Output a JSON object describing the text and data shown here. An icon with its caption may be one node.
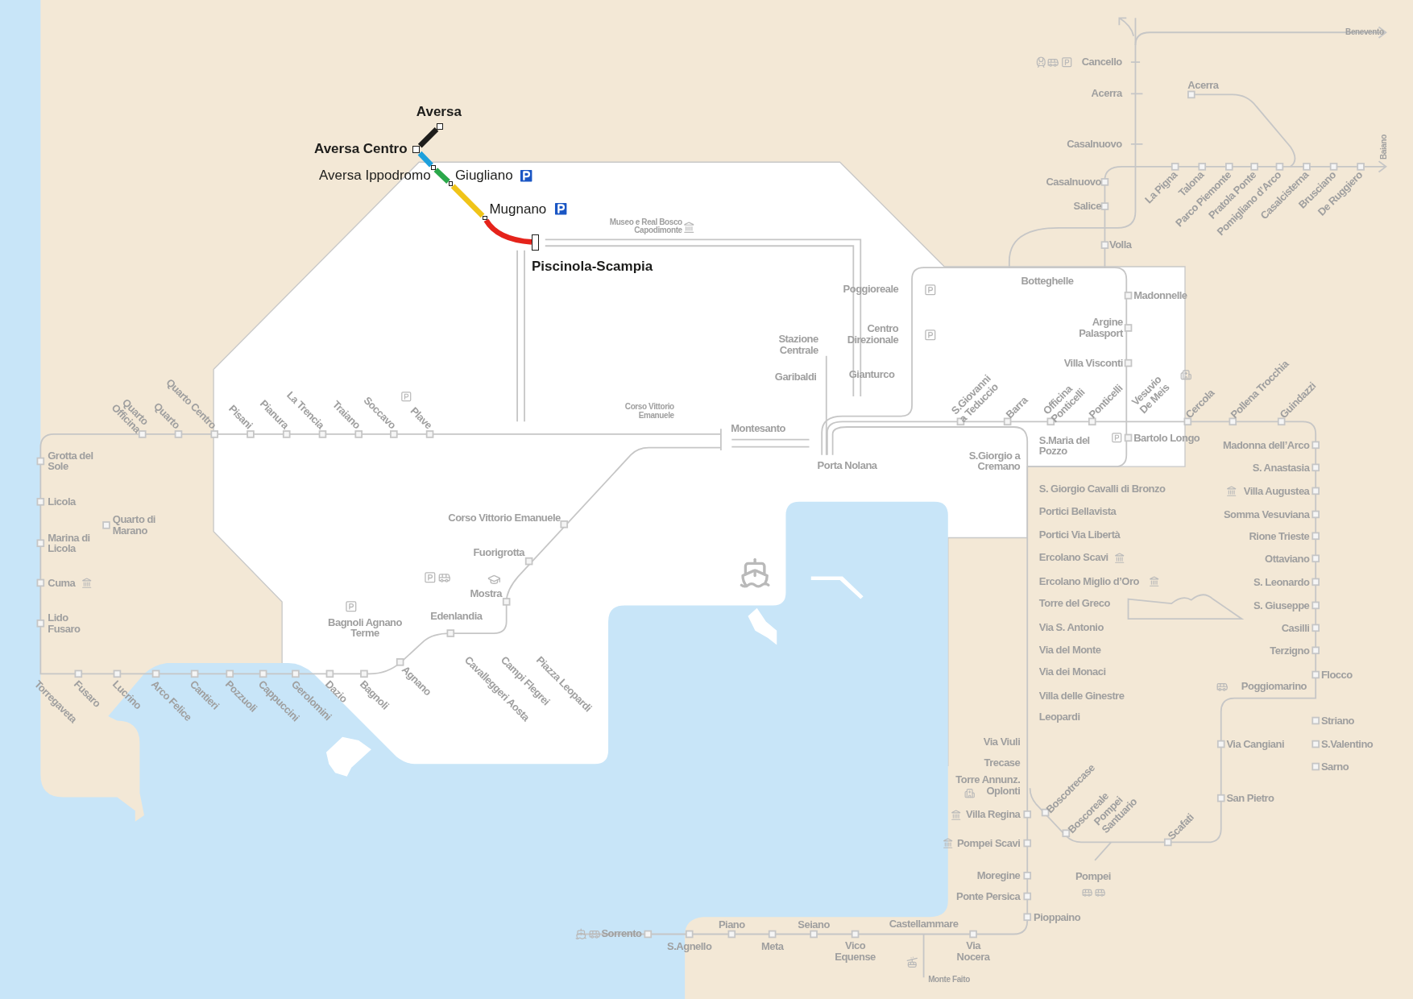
{
  "diagram": {
    "nodes": [
      {
        "text": [],
        "shape": "box",
        "beside": [
          "Aversa"
        ]
      },
      {
        "text": [],
        "shape": "box",
        "beside": [
          "Aversa Centro"
        ]
      },
      {
        "text": [],
        "shape": "box",
        "beside": [
          "Aversa Ippodromo"
        ]
      },
      {
        "text": [],
        "shape": "box",
        "beside": [
          "Giugliano"
        ]
      },
      {
        "text": [],
        "shape": "box",
        "beside": [
          "Mugnano"
        ]
      },
      {
        "text": [],
        "shape": "box",
        "beside": [
          "Piscinola-Scampia"
        ]
      }
    ],
    "edges": [
      {
        "from": 0,
        "to": 1,
        "arrow": "none"
      },
      {
        "from": 1,
        "to": 2,
        "arrow": "none",
        "color": "#1ea0dc"
      },
      {
        "from": 2,
        "to": 3,
        "arrow": "none",
        "color": "#2aa84a"
      },
      {
        "from": 3,
        "to": 4,
        "arrow": "none",
        "color": "#f0c419"
      },
      {
        "from": 4,
        "to": 5,
        "arrow": "none",
        "color": "#e5231b"
      }
    ],
    "labels": [
      "Benevento",
      "Cancello",
      "Acerra",
      "Acerra",
      "Baiano",
      "Casalnuovo",
      "Casalnuovo",
      "Salice",
      "La Pigna",
      "Talona",
      "Parco Piemonte",
      "Pratola Ponte",
      "Pomigliano d’Arco",
      "Casalcisterna",
      "Brusciano",
      "De Ruggiero",
      "Volla",
      "Museo e Real Bosco Capodimonte",
      "Botteghelle",
      "Madonnelle",
      "Poggioreale",
      "Centro Direzionale",
      "Argine Palasport",
      "Stazione Centrale",
      "Villa Visconti",
      "Garibaldi",
      "Gianturco",
      "Corso Vittorio Emanuele",
      "S.Giovanni a Teduccio",
      "Barra",
      "Officina Ponticelli",
      "Ponticelli",
      "Vesuvio De Meis",
      "Cercola",
      "Pollena Trocchia",
      "Guindazzi",
      "Montesanto",
      "Bartolo Longo",
      "S.Maria del Pozzo",
      "S.Giorgio a Cremano",
      "Porta Nolana",
      "Madonna dell’Arco",
      "S. Anastasia",
      "Villa Augustea",
      "Somma Vesuviana",
      "Rione Trieste",
      "Ottaviano",
      "S. Leonardo",
      "S. Giuseppe",
      "Casilli",
      "Terzigno",
      "Flocco",
      "Poggiomarino",
      "Striano",
      "Via Cangiani",
      "S.Valentino",
      "Sarno",
      "San Pietro",
      "S. Giorgio Cavalli di Bronzo",
      "Portici Bellavista",
      "Portici Via Libertà",
      "Ercolano Scavi",
      "Ercolano Miglio d’Oro",
      "Torre del Greco",
      "Via S. Antonio",
      "Via del Monte",
      "Via dei Monaci",
      "Villa delle Ginestre",
      "Leopardi",
      "Via Viuli",
      "Trecase",
      "Torre Annunz. Oplonti",
      "Villa Regina",
      "Pompei Scavi",
      "Moregine",
      "Ponte Persica",
      "Boscotrecase",
      "Boscoreale",
      "Pompei Santuario",
      "Scafati",
      "Pompei",
      "Pioppaino",
      "Sorrento",
      "Piano",
      "Seiano",
      "Castellammare",
      "S.Agnello",
      "Meta",
      "Vico Equense",
      "Via Nocera",
      "Monte Faito",
      "Quarto Officina",
      "Quarto",
      "Quarto Centro",
      "Pisani",
      "Pianura",
      "La Trencia",
      "Traiano",
      "Soccavo",
      "Plave",
      "Grotta del Sole",
      "Licola",
      "Quarto di Marano",
      "Marina di Licola",
      "Corso Vittorio Emanuele",
      "Fuorigrotta",
      "Cuma",
      "Mostra",
      "Lido Fusaro",
      "Bagnoli Agnano Terme",
      "Edenlandia",
      "Torregaveta",
      "Fusaro",
      "Lucrino",
      "Arco Felice",
      "Cantieri",
      "Pozzuoli",
      "Cappuccini",
      "Gerolomini",
      "Dazio",
      "Bagnoli",
      "Agnano",
      "Cavalleggeri Aosta",
      "Campi Flegrei",
      "Piazza Leopardi"
    ]
  }
}
